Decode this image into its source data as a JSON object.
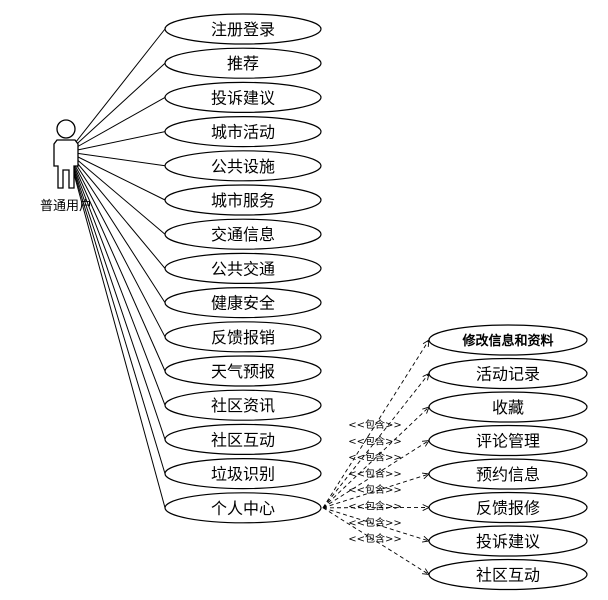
{
  "actor": {
    "label": "普通用户"
  },
  "use_cases": [
    "注册登录",
    "推荐",
    "投诉建议",
    "城市活动",
    "公共设施",
    "城市服务",
    "交通信息",
    "公共交通",
    "健康安全",
    "反馈报销",
    "天气预报",
    "社区资讯",
    "社区互动",
    "垃圾识别",
    "个人中心"
  ],
  "sub_cases": [
    "修改信息和资料",
    "活动记录",
    "收藏",
    "评论管理",
    "预约信息",
    "反馈报修",
    "投诉建议",
    "社区互动"
  ],
  "include_label": "<<包含>>"
}
